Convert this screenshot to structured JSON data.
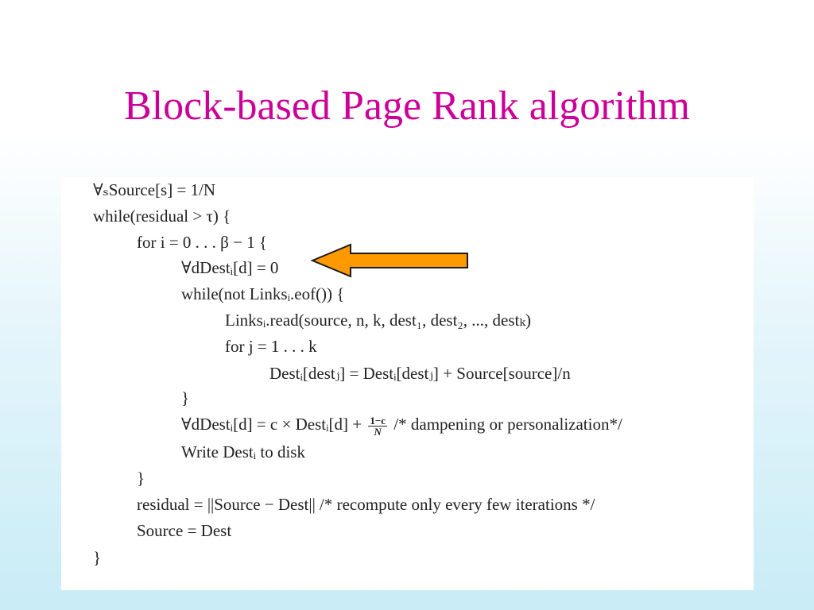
{
  "slide": {
    "title": "Block-based Page Rank algorithm"
  },
  "code": {
    "lines": [
      "∀ₛSource[s] = 1/N",
      "while(residual > τ) {",
      "for i = 0 . . . β − 1 {",
      "∀dDestᵢ[d] = 0",
      "while(not Linksᵢ.eof()) {",
      "Linksᵢ.read(source, n, k, dest₁, dest₂, ..., destₖ)",
      "for j = 1 . . . k",
      "Destᵢ[destⱼ] = Destᵢ[destⱼ] + Source[source]/n",
      "}",
      "∀dDestᵢ[d] = c × Destᵢ[d] +",
      "/* dampening or personalization*/",
      "Write Destᵢ to disk",
      "}",
      "residual = ||Source − Dest|| /* recompute only every few iterations */",
      "Source = Dest",
      "}"
    ],
    "fraction": {
      "numerator": "1−c",
      "denominator": "N"
    }
  },
  "colors": {
    "title": "#cc0099",
    "arrow_fill": "#ff9900",
    "arrow_stroke": "#1a1a1a"
  },
  "icons": {
    "pointer": "left-arrow-icon"
  }
}
